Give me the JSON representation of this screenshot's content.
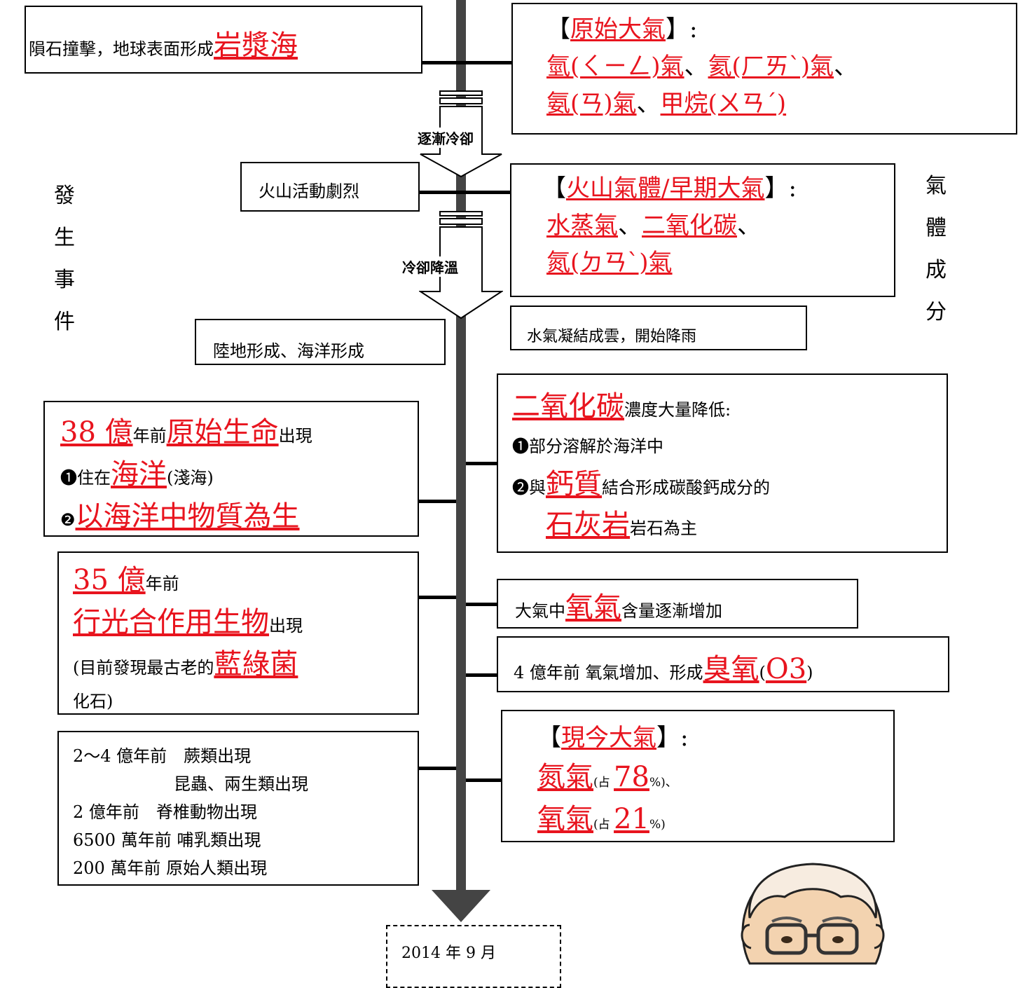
{
  "side_labels": {
    "left": [
      "發",
      "生",
      "事",
      "件"
    ],
    "right": [
      "氣",
      "體",
      "成",
      "分"
    ]
  },
  "arrows": {
    "cooling1": "逐漸冷卻",
    "cooling2": "冷卻降溫"
  },
  "events": {
    "meteor_prefix": "隕石撞擊，地球表面形成",
    "meteor_key": "岩漿海",
    "volcano": "火山活動劇烈",
    "land_sea": "陸地形成、海洋形成",
    "life38_num": "38 億",
    "life38_mid": "年前",
    "life38_key": "原始生命",
    "life38_end": "出現",
    "life38_b1_prefix": "❶住在",
    "life38_b1_key": "海洋",
    "life38_b1_end": "(淺海)",
    "life38_b2_prefix": "❷",
    "life38_b2_key": "以海洋中物質為生",
    "life35_num": "35 億",
    "life35_mid": "年前",
    "life35_key": "行光合作用生物",
    "life35_end": "出現",
    "life35_note_prefix": "(目前發現最古老的",
    "life35_note_key": "藍綠菌",
    "life35_note_end": "化石)",
    "timeline": [
      "2～4 億年前　蕨類出現",
      "　　　　　　昆蟲、兩生類出現",
      "2 億年前　脊椎動物出現",
      "6500 萬年前 哺乳類出現",
      "200 萬年前 原始人類出現"
    ],
    "date": "2014 年 9 月"
  },
  "gases": {
    "primitive_open": "【",
    "primitive_title": "原始大氣",
    "primitive_close": "】:",
    "primitive_g1": "氫(ㄑㄧㄥ)氣",
    "sep": "、",
    "primitive_g2": "氦(ㄏㄞˋ)氣",
    "primitive_g3": "氨(ㄢ)氣",
    "primitive_g4": "甲烷(ㄨㄢˊ)",
    "early_title": "火山氣體/早期大氣",
    "early_close": "】:",
    "early_g1": "水蒸氣",
    "early_g2": "二氧化碳",
    "early_g3": "氮(ㄉㄢˋ)氣",
    "rain": "水氣凝結成雲，開始降雨",
    "co2_key": "二氧化碳",
    "co2_rest": "濃度大量降低:",
    "co2_b1": "❶部分溶解於海洋中",
    "co2_b2_prefix": "❷與",
    "co2_b2_key": "鈣質",
    "co2_b2_end": "結合形成碳酸鈣成分的",
    "co2_b3_key": "石灰岩",
    "co2_b3_end": "岩石為主",
    "oxygen_prefix": "大氣中",
    "oxygen_key": "氧氣",
    "oxygen_end": "含量逐漸增加",
    "ozone_prefix": "4 億年前 氧氣增加、形成",
    "ozone_key": "臭氧",
    "ozone_paren_open": "(",
    "ozone_formula": "O3",
    "ozone_paren_close": ")",
    "modern_title": "現今大氣",
    "modern_close": "】:",
    "modern_n2": "氮氣",
    "modern_pct_open": "(占 ",
    "modern_n2_pct": "78",
    "modern_pct_close1": "%)、",
    "modern_o2": "氧氣",
    "modern_o2_pct": "21",
    "modern_pct_close2": "%)"
  }
}
